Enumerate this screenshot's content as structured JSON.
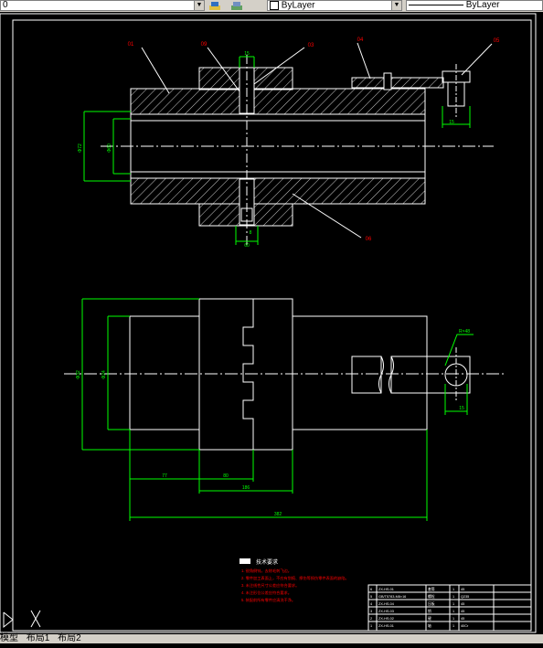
{
  "toolbar": {
    "layer_value": "0",
    "color_value": "ByLayer",
    "linetype_value": "ByLayer"
  },
  "drawing": {
    "leaders": [
      "01",
      "09",
      "03",
      "04",
      "05",
      "06"
    ],
    "dims_top": {
      "d1": "15",
      "d2": "8",
      "d3": "60",
      "d4": "15",
      "left1": "Φ72",
      "left2": "Φ60"
    },
    "dims_bottom": {
      "dia1": "Φ32",
      "dia2": "Φ24",
      "h1": "77",
      "h2": "80",
      "h3": "186",
      "h4": "382",
      "small1": "R×48",
      "small2": "15"
    },
    "notes_title": "技术要求",
    "notes": [
      "1. 锐角倒钝，去除毛刺飞边。",
      "2. 零件加工表面上，不应有划痕、擦伤等损伤零件表面的缺陷。",
      "3. 未注线性尺寸公差应符合要求。",
      "4. 未注形位公差应符合要求。",
      "5. 装配前所有零件应清洗干净。"
    ],
    "title_block_rows": [
      [
        "6",
        "ZX-HS-01",
        "套筒",
        "1",
        "45"
      ],
      [
        "5",
        "GB/T5783-M8×16",
        "螺栓",
        "1",
        "Q235"
      ],
      [
        "4",
        "ZX-HS-04",
        "压板",
        "1",
        "45"
      ],
      [
        "3",
        "ZX-HS-03",
        "销",
        "1",
        "45"
      ],
      [
        "2",
        "ZX-HS-02",
        "键",
        "1",
        "45"
      ],
      [
        "1",
        "ZX-HS-01",
        "轴",
        "1",
        "40Cr"
      ]
    ]
  },
  "tabs": [
    "模型",
    "布局1",
    "布局2"
  ],
  "colors": {
    "bg": "#000000",
    "line": "#ffffff",
    "dim": "#00ff00",
    "leader": "#ff0000"
  }
}
